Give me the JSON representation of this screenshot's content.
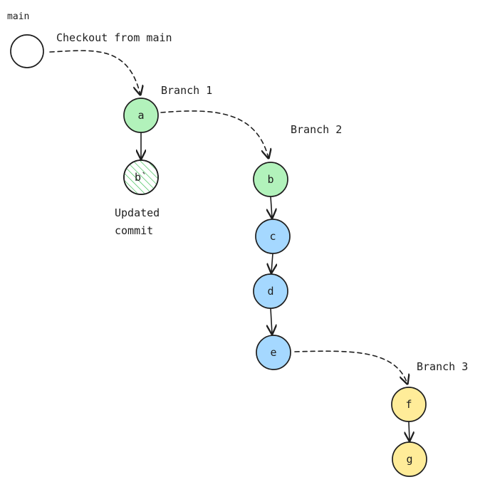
{
  "labels": {
    "main": "main",
    "checkout": "Checkout from main",
    "branch1": "Branch 1",
    "branch2": "Branch 2",
    "branch3": "Branch 3",
    "updated_line1": "Updated",
    "updated_line2": "commit"
  },
  "nodes": {
    "main": {
      "label": "",
      "fill": "#ffffff"
    },
    "a": {
      "label": "a",
      "fill": "#b2f2bb"
    },
    "b_prime": {
      "label": "b`",
      "fill": "#ffffff",
      "hatch": "#40c057"
    },
    "b": {
      "label": "b",
      "fill": "#b2f2bb"
    },
    "c": {
      "label": "c",
      "fill": "#a5d8ff"
    },
    "d": {
      "label": "d",
      "fill": "#a5d8ff"
    },
    "e": {
      "label": "e",
      "fill": "#a5d8ff"
    },
    "f": {
      "label": "f",
      "fill": "#ffec99"
    },
    "g": {
      "label": "g",
      "fill": "#ffec99"
    }
  },
  "colors": {
    "stroke": "#1e1e1e",
    "green": "#b2f2bb",
    "blue": "#a5d8ff",
    "yellow": "#ffec99"
  }
}
